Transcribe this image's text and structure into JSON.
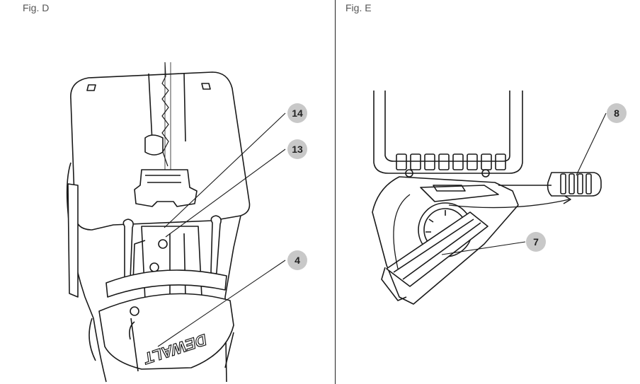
{
  "figures": [
    {
      "label": "Fig. D",
      "callouts": [
        "14",
        "13",
        "4"
      ],
      "brand_text": "DEWALT"
    },
    {
      "label": "Fig. E",
      "callouts": [
        "8",
        "7"
      ]
    }
  ],
  "colors": {
    "line": "#1a1a1a",
    "callout_fill": "#c8c8c8",
    "background": "#ffffff"
  }
}
